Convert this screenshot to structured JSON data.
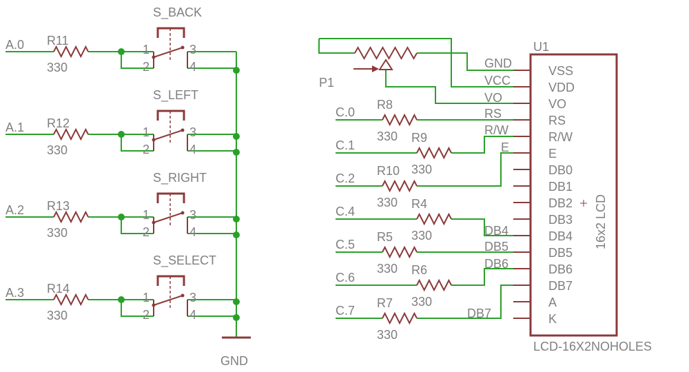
{
  "colors": {
    "wire": "#2aa02a",
    "part": "#8b3a3a",
    "label": "#7f7f7f",
    "background": "#ffffff"
  },
  "left": {
    "nets": [
      "A.0",
      "A.1",
      "A.2",
      "A.3"
    ],
    "resistors": [
      {
        "name": "R11",
        "value": "330"
      },
      {
        "name": "R12",
        "value": "330"
      },
      {
        "name": "R13",
        "value": "330"
      },
      {
        "name": "R14",
        "value": "330"
      }
    ],
    "switches": [
      "S_BACK",
      "S_LEFT",
      "S_RIGHT",
      "S_SELECT"
    ],
    "pins": [
      "1",
      "2",
      "3",
      "4"
    ],
    "gnd": "GND"
  },
  "right": {
    "pot": {
      "name": "P1"
    },
    "nets": [
      "C.0",
      "C.1",
      "C.2",
      "C.4",
      "C.5",
      "C.6",
      "C.7"
    ],
    "resistors": [
      {
        "name": "R8",
        "value": "330"
      },
      {
        "name": "R9",
        "value": "330"
      },
      {
        "name": "R10",
        "value": "330"
      },
      {
        "name": "R4",
        "value": "330"
      },
      {
        "name": "R5",
        "value": "330"
      },
      {
        "name": "R6",
        "value": "330"
      },
      {
        "name": "R7",
        "value": "330"
      }
    ],
    "net_labels": [
      "GND",
      "VCC",
      "VO",
      "RS",
      "R/W",
      "E",
      "DB4",
      "DB5",
      "DB6",
      "DB7"
    ]
  },
  "lcd": {
    "ref": "U1",
    "label": "16x2 LCD",
    "part": "LCD-16X2NOHOLES",
    "pins": [
      "VSS",
      "VDD",
      "VO",
      "RS",
      "R/W",
      "E",
      "DB0",
      "DB1",
      "DB2",
      "DB3",
      "DB4",
      "DB5",
      "DB6",
      "DB7",
      "A",
      "K"
    ]
  }
}
